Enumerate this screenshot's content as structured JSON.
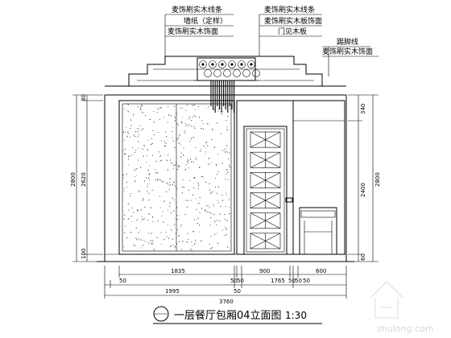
{
  "annotations_left": [
    "麦饰刷实木线条",
    "墙纸（定样）",
    "麦饰刷实木饰面"
  ],
  "annotations_right": [
    "麦饰刷实木线条",
    "麦饰刷实木板饰面",
    "门见木板",
    "踢脚线",
    "麦饰刷实木饰面"
  ],
  "left_dims": {
    "total": "2800",
    "inner": "2620",
    "top": "80",
    "bottom": "100"
  },
  "right_dims": {
    "total": "2800",
    "inner": "2400",
    "top": "340",
    "bottom": "60"
  },
  "bottom_dims": {
    "row1": [
      "1835",
      "50",
      "50",
      "900",
      "50",
      "50",
      "600"
    ],
    "row2": [
      "50",
      "1995",
      "50",
      "1765",
      "50"
    ],
    "total": "3760"
  },
  "title": {
    "text": "一层餐厅包厢04立面图",
    "scale": "1:30"
  },
  "watermark": "zhulong.com"
}
